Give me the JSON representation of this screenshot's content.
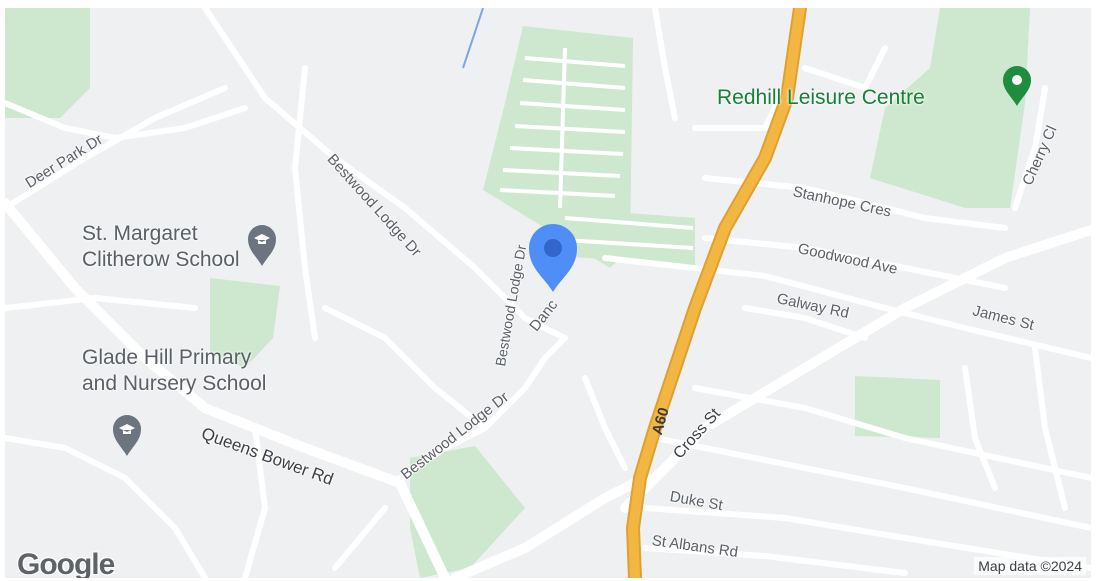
{
  "map": {
    "colors": {
      "background": "#eef0f2",
      "road": "#ffffff",
      "road_outline": "#d9dce0",
      "major_road": "#f2b742",
      "major_road_outline": "#e0a030",
      "park": "#cde8cf",
      "water": "#7aa7e8",
      "pin": "#4f8ef7",
      "poi_icon": "#6c7480",
      "leisure_pin": "#1e8e3e"
    },
    "markers": {
      "location_pin": "location-pin-icon",
      "school_icon": "graduation-cap-icon",
      "leisure_icon": "place-pin-icon"
    }
  },
  "pois": {
    "redhill": "Redhill Leisure Centre",
    "st_margaret_line1": "St. Margaret",
    "st_margaret_line2": "Clitherow School",
    "glade_hill_line1": "Glade Hill Primary",
    "glade_hill_line2": "and Nursery School"
  },
  "streets": {
    "deer_park": "Deer Park Dr",
    "bestwood_lodge_top": "Bestwood Lodge Dr",
    "bestwood_lodge_mid": "Bestwood Lodge Dr",
    "bestwood_lodge_bottom": "Bestwood Lodge Dr",
    "dane": "Danc",
    "queens_bower": "Queens Bower Rd",
    "stanhope": "Stanhope Cres",
    "goodwood": "Goodwood Ave",
    "galway": "Galway Rd",
    "james": "James St",
    "cross": "Cross St",
    "duke": "Duke St",
    "st_albans": "St Albans Rd",
    "cherry": "Cherry Cl",
    "a60": "A60"
  },
  "branding": {
    "logo": "Google",
    "attribution": "Map data ©2024"
  }
}
